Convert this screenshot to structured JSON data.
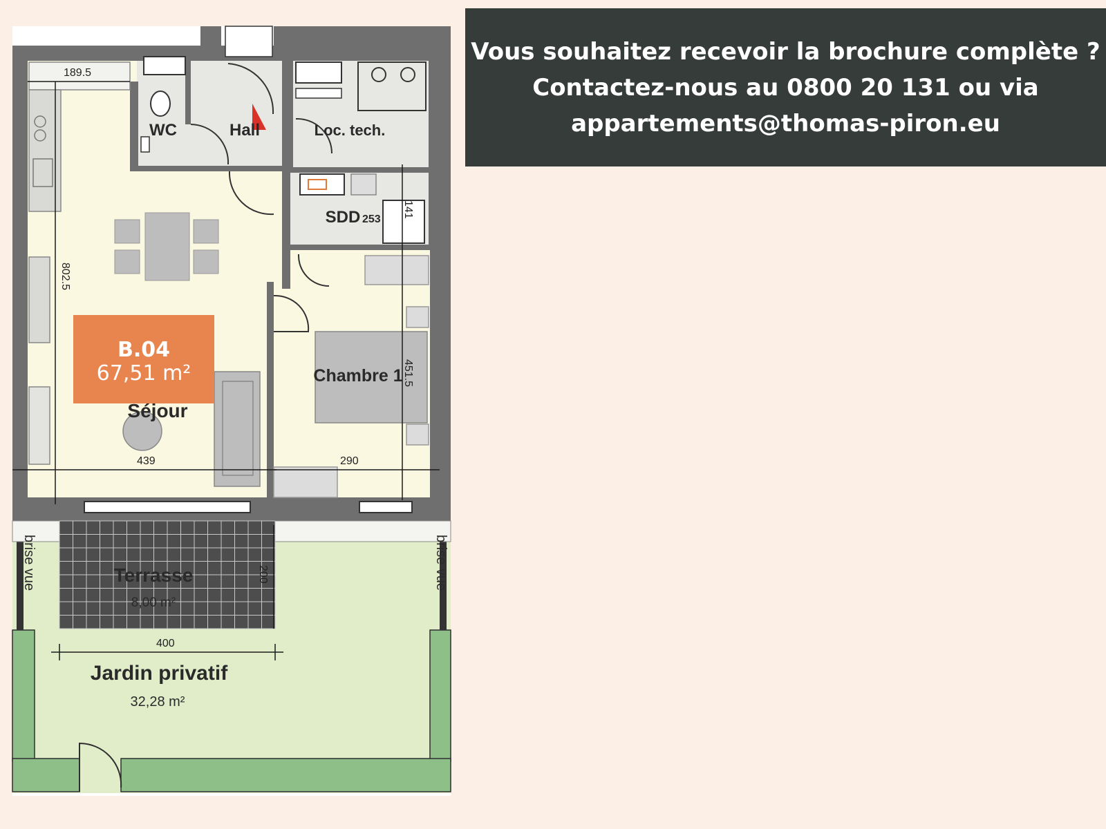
{
  "unit": {
    "code": "B.04",
    "area": "67,51 m²",
    "color": "#e8844e"
  },
  "rooms": {
    "wc": "WC",
    "hall": "Hall",
    "loc_tech": "Loc. tech.",
    "sdd": "SDD",
    "sdd_num": "253",
    "sejour": "Séjour",
    "chambre": "Chambre 1",
    "terrasse": "Terrasse",
    "terrasse_area": "8,00 m²",
    "jardin": "Jardin privatif",
    "jardin_area": "32,28 m²",
    "brise_vue_left": "brise vue",
    "brise_vue_right": "brise vue"
  },
  "dimensions": {
    "d1": "189.5",
    "d2": "802.5",
    "d3": "141",
    "d4": "451.5",
    "d5": "439",
    "d6": "290",
    "d7": "200",
    "d8": "400"
  },
  "contact": {
    "line1": "Vous souhaitez recevoir la brochure complète ?",
    "line2": "Contactez-nous au 0800 20 131 ou via",
    "line3": "appartements@thomas-piron.eu"
  },
  "colors": {
    "background": "#fcefe6",
    "info_box": "#353c39",
    "living_floor": "#fbf8e1",
    "tile_floor": "#e7e7e4",
    "garden": "#e1ecc9",
    "garden_border": "#8fbf88",
    "wall": "#6f6f6f",
    "furniture": "#bdbdbd"
  }
}
